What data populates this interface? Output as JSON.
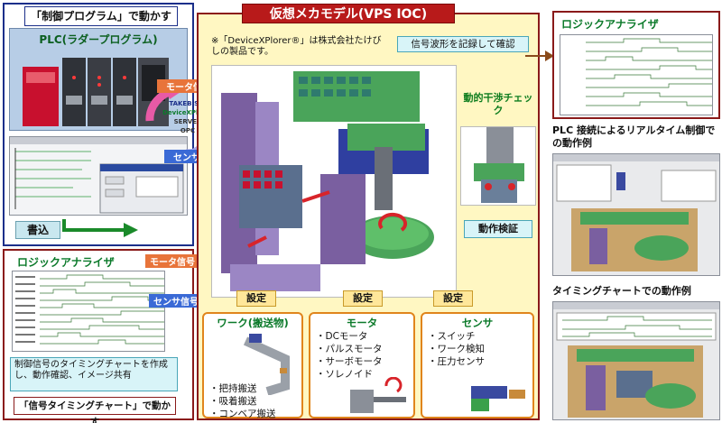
{
  "control_program": {
    "header": "「制御プログラム」で動かす",
    "plc_title": "PLC(ラダープログラム)",
    "write_button": "書込"
  },
  "comm": {
    "motor_signal": "モータ信号",
    "sensor_signal": "センサ信号",
    "logo_line1": "TAKEBISHI",
    "logo_line2": "DeviceXPlorer",
    "logo_line3": "SERVER",
    "logo_opc": "OPC",
    "asterisk": "※"
  },
  "logic_left": {
    "title": "ロジックアナライザ",
    "motor_signal": "モータ信号",
    "sensor_signal": "センサ信号",
    "description": "制御信号のタイミングチャートを作成し、動作確認、イメージ共有",
    "footer": "「信号タイミングチャート」で動かす"
  },
  "center": {
    "title": "仮想メカモデル(VPS IOC)",
    "note": "※「DeviceXPlorer®」は株式会社たけびしの製品です。",
    "record_label": "信号波形を記録して確認",
    "interference_label": "動的干渉チェック",
    "verify_label": "動作検証",
    "setting_label": "設定"
  },
  "workpiece": {
    "title": "ワーク(搬送物)",
    "items": [
      "・把持搬送",
      "・吸着搬送",
      "・コンベア搬送"
    ]
  },
  "motor": {
    "title": "モータ",
    "items": [
      "・DCモータ",
      "・パルスモータ",
      "・サーボモータ",
      "・ソレノイド"
    ]
  },
  "sensor": {
    "title": "センサ",
    "items": [
      "・スイッチ",
      "・ワーク検知",
      "・圧力センサ"
    ]
  },
  "right": {
    "logic_title": "ロジックアナライザ",
    "plc_caption": "PLC 接続によるリアルタイム制御での動作例",
    "timing_caption": "タイミングチャートでの動作例"
  },
  "colors": {
    "navy": "#1b2f8a",
    "dark_red": "#8a1a1a",
    "green_title": "#0b7a2a",
    "orange": "#e0851c",
    "cyan": "#d8f4f8"
  }
}
